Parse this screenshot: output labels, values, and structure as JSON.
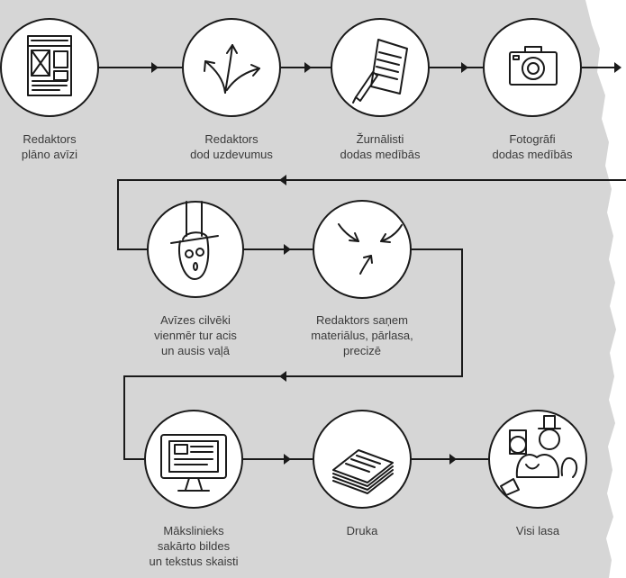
{
  "steps": [
    {
      "id": "plan",
      "label": "Redaktors\nplāno avīzi",
      "icon": "newspaper-layout-icon"
    },
    {
      "id": "assign",
      "label": "Redaktors\ndod uzdevumus",
      "icon": "branching-arrows-icon"
    },
    {
      "id": "journalists",
      "label": "Žurnālisti\ndodas medībās",
      "icon": "pen-and-paper-icon"
    },
    {
      "id": "photographers",
      "label": "Fotogrāfi\ndodas medībās",
      "icon": "camera-icon"
    },
    {
      "id": "people",
      "label": "Avīzes cilvēki\nvienmēr tur acis\nun ausis vaļā",
      "icon": "hanging-person-icon"
    },
    {
      "id": "editor-collects",
      "label": "Redaktors saņem\nmateriālus, pārlasa,\nprecizē",
      "icon": "converging-arrows-icon"
    },
    {
      "id": "artist",
      "label": "Mākslinieks\nsakārto bildes\nun tekstus skaisti",
      "icon": "computer-monitor-icon"
    },
    {
      "id": "print",
      "label": "Druka",
      "icon": "newspaper-stack-icon"
    },
    {
      "id": "readers",
      "label": "Visi lasa",
      "icon": "reading-people-icon"
    }
  ],
  "colors": {
    "background": "#d6d6d6",
    "paper": "#ffffff",
    "line": "#1a1a1a",
    "text": "#3a3a3a"
  }
}
